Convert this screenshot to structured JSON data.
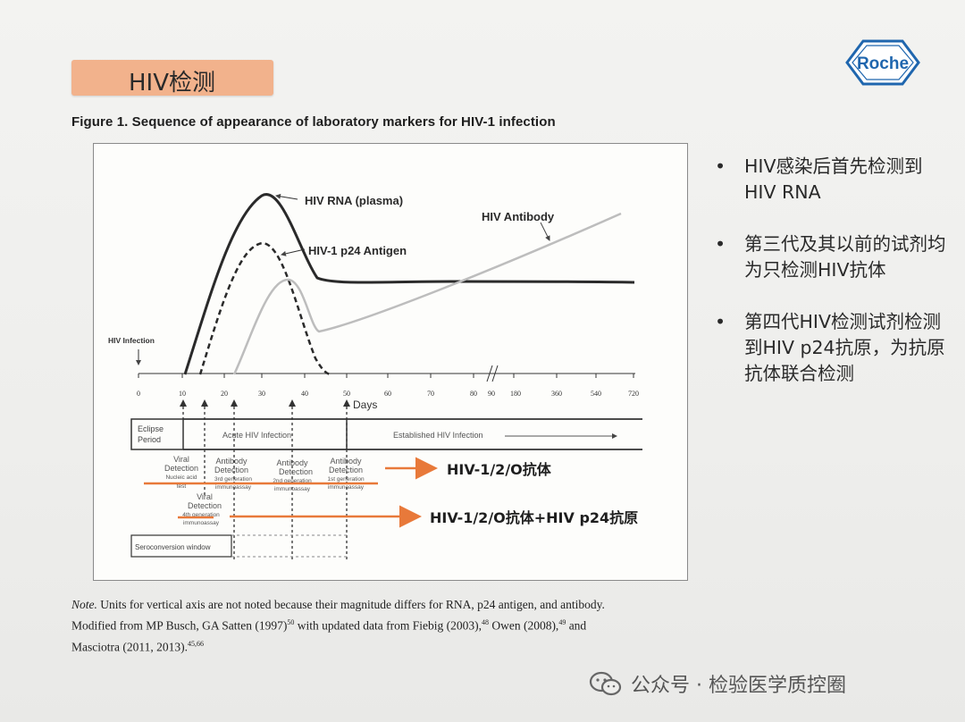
{
  "slide": {
    "title": "HIV检测",
    "logo_text": "Roche",
    "figure_caption": "Figure 1. Sequence of appearance of laboratory markers for HIV-1 infection",
    "bullets": [
      "HIV感染后首先检测到HIV RNA",
      "第三代及其以前的试剂均为只检测HIV抗体",
      "第四代HIV检测试剂检测到HIV p24抗原，为抗原抗体联合检测"
    ],
    "bullet_glyph": "•",
    "note": {
      "label": "Note.",
      "line1": " Units for vertical axis are not noted because their magnitude differs for RNA, p24 antigen, and antibody.",
      "line2": "Modified from MP Busch, GA Satten (1997)",
      "ref1": "50",
      "line2b": " with updated data from Fiebig (2003),",
      "ref2": "48",
      "line2c": " Owen (2008),",
      "ref3": "49",
      "line2d": " and",
      "line3": "Masciotra (2011, 2013).",
      "ref4": "45,66"
    },
    "watermark": "公众号 · 检验医学质控圈"
  },
  "figure": {
    "series_labels": {
      "rna": "HIV RNA (plasma)",
      "p24": "HIV-1 p24 Antigen",
      "antibody": "HIV Antibody"
    },
    "hiv_infection_label": "HIV Infection",
    "x_axis_label": "Days",
    "x_ticks": [
      "0",
      "10",
      "20",
      "30",
      "40",
      "50",
      "60",
      "70",
      "80",
      "90",
      "180",
      "360",
      "540",
      "720"
    ],
    "phases": {
      "eclipse_line1": "Eclipse",
      "eclipse_line2": "Period",
      "acute": "Acute HIV Infection",
      "established": "Established HIV Infection"
    },
    "detection": {
      "viral_l1": "Viral",
      "viral_l2": "Detection",
      "viral_l3": "Nucleic acid",
      "viral_l4": "test",
      "ab3_l1": "Antibody",
      "ab3_l2": "Detection",
      "ab3_l3": "3rd generation",
      "ab3_l4": "immunoassay",
      "ab2_l1": "Antibody",
      "ab2_l2": "Detection",
      "ab2_l3": "2nd generation",
      "ab2_l4": "immunoassay",
      "ab1_l1": "Antibody",
      "ab1_l2": "Detection",
      "ab1_l3": "1st generation",
      "ab1_l4": "immunoassay",
      "v4_l1": "Viral",
      "v4_l2": "Detection",
      "v4_l3": "4th generation",
      "v4_l4": "immunoassay"
    },
    "seroconversion": "Seroconversion window",
    "annotation_1": "HIV-1/2/O抗体",
    "annotation_2": "HIV-1/2/O抗体+HIV p24抗原"
  },
  "colors": {
    "title_bg": "#f2b28c",
    "orange_arrow": "#e8793a",
    "logo_blue": "#1f66ae"
  }
}
